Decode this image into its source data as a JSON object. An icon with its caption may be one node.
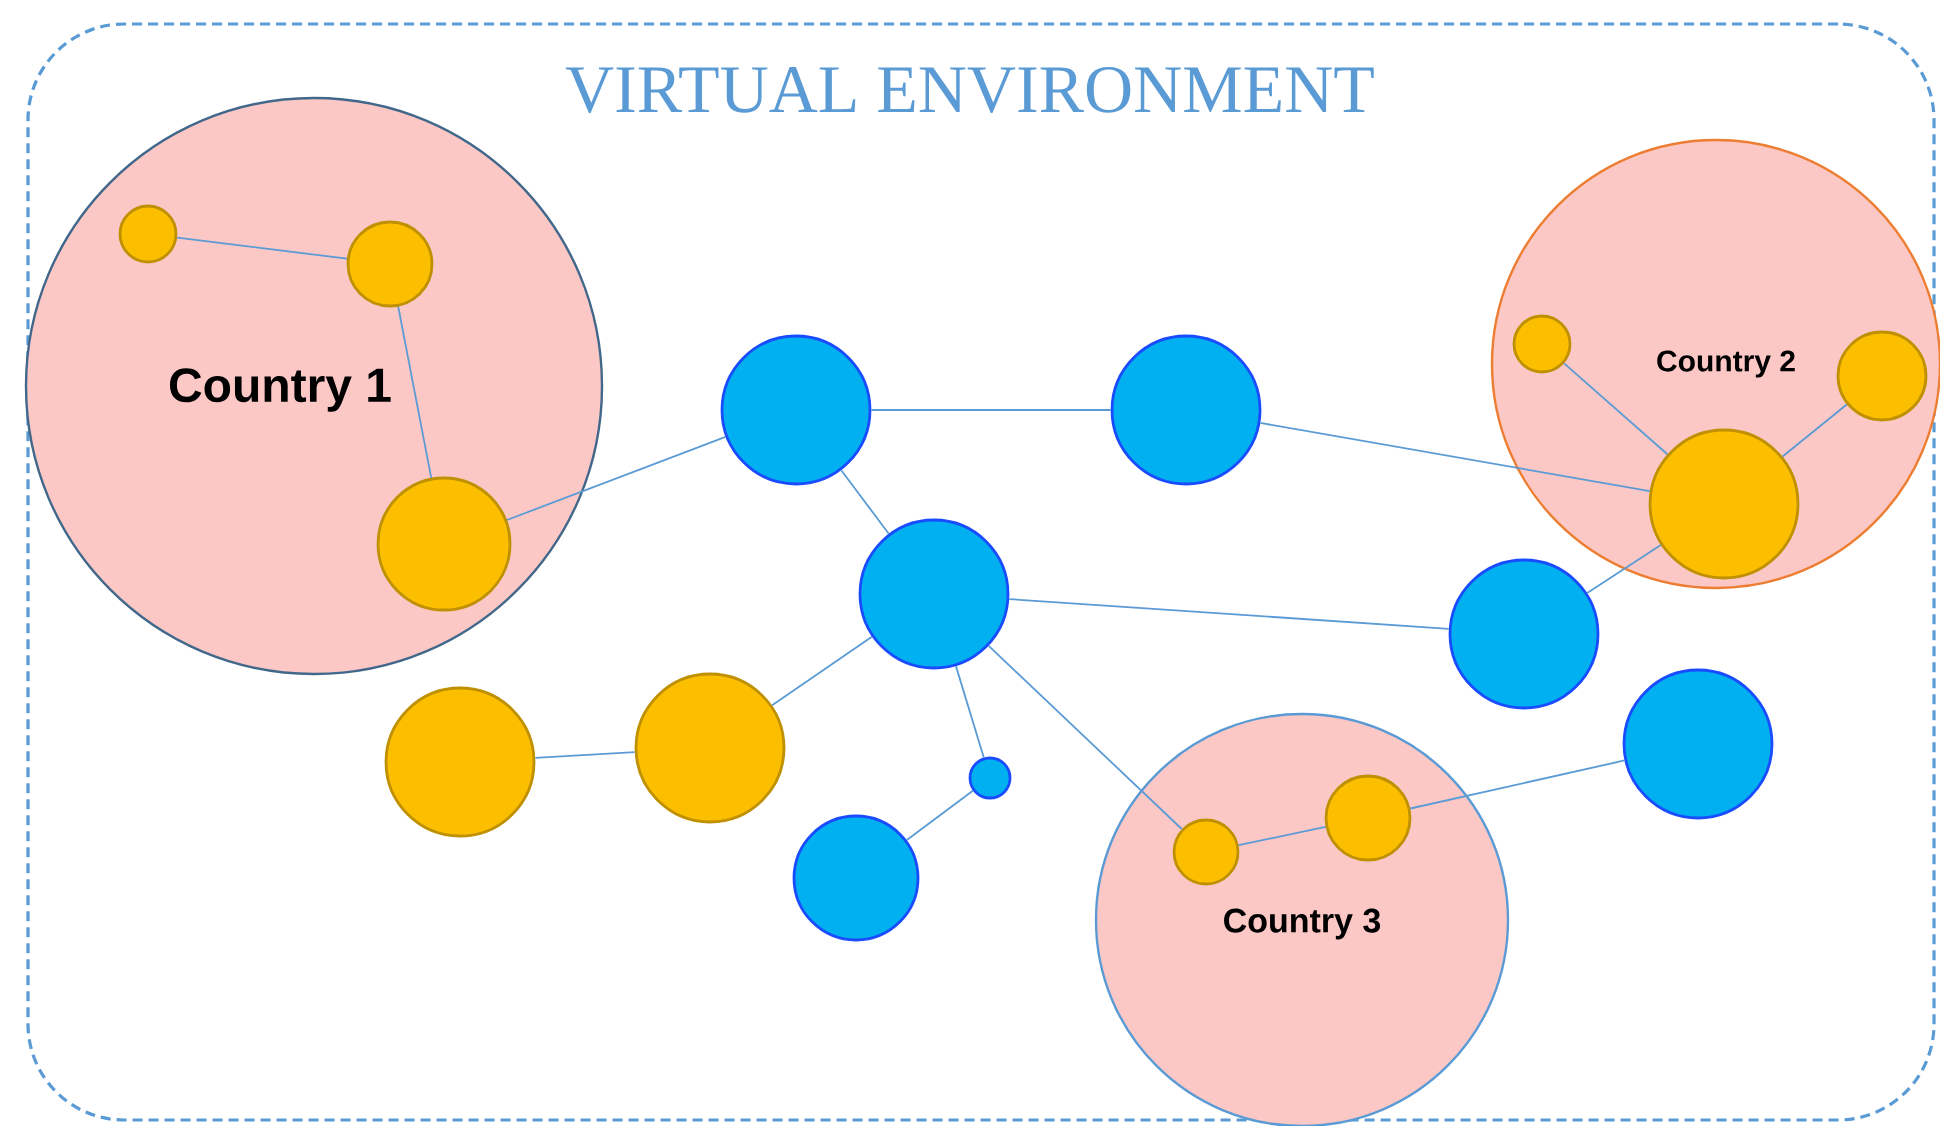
{
  "diagram": {
    "nodes": [
      {
        "text": [
          "VIRTUAL ENVIRONMENT"
        ]
      },
      {
        "text": [
          "Country 1"
        ],
        "in": 0
      },
      {
        "text": [],
        "shape": "circle",
        "in": 1
      },
      {
        "text": [],
        "shape": "circle",
        "in": 1
      },
      {
        "text": [],
        "shape": "circle",
        "in": 1
      },
      {
        "text": [],
        "shape": "circle",
        "in": 0
      },
      {
        "text": [],
        "shape": "circle",
        "in": 0
      },
      {
        "text": [
          "Country 2"
        ],
        "in": 0
      },
      {
        "text": [],
        "shape": "circle",
        "in": 7
      },
      {
        "text": [],
        "shape": "circle",
        "in": 7
      },
      {
        "text": [],
        "shape": "circle",
        "in": 7
      },
      {
        "text": [],
        "shape": "circle",
        "in": 0
      },
      {
        "text": [],
        "shape": "circle",
        "in": 0
      },
      {
        "text": [],
        "shape": "circle",
        "in": 0
      },
      {
        "text": [],
        "shape": "circle",
        "in": 0
      },
      {
        "text": [],
        "shape": "circle",
        "in": 0
      },
      {
        "text": [],
        "shape": "circle",
        "in": 0
      },
      {
        "text": [],
        "shape": "circle",
        "in": 0
      },
      {
        "text": [
          "Country 3"
        ],
        "in": 0
      },
      {
        "text": [],
        "shape": "circle",
        "in": 18
      },
      {
        "text": [],
        "shape": "circle",
        "in": 18
      }
    ],
    "edges": [
      {
        "from": 2,
        "to": 3,
        "arrow": "none"
      },
      {
        "from": 3,
        "to": 4,
        "arrow": "none"
      },
      {
        "from": 4,
        "to": 5,
        "arrow": "none"
      },
      {
        "from": 5,
        "to": 6,
        "arrow": "none"
      },
      {
        "from": 5,
        "to": 11,
        "arrow": "none"
      },
      {
        "from": 6,
        "to": 10,
        "arrow": "none"
      },
      {
        "from": 8,
        "to": 10,
        "arrow": "none"
      },
      {
        "from": 9,
        "to": 10,
        "arrow": "none"
      },
      {
        "from": 12,
        "to": 10,
        "arrow": "none"
      },
      {
        "from": 11,
        "to": 12,
        "arrow": "none"
      },
      {
        "from": 14,
        "to": 11,
        "arrow": "none"
      },
      {
        "from": 13,
        "to": 14,
        "arrow": "none"
      },
      {
        "from": 11,
        "to": 16,
        "arrow": "none"
      },
      {
        "from": 17,
        "to": 16,
        "arrow": "none"
      },
      {
        "from": 11,
        "to": 19,
        "arrow": "none"
      },
      {
        "from": 19,
        "to": 20,
        "arrow": "none"
      },
      {
        "from": 20,
        "to": 15,
        "arrow": "none"
      }
    ]
  }
}
